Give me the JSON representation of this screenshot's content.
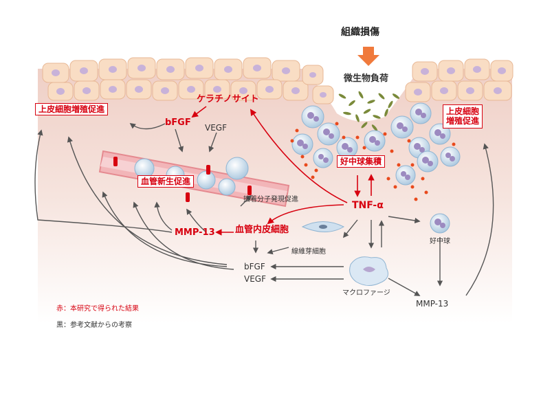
{
  "title": "組織損傷",
  "labels": {
    "microbial_load": "微生物負荷",
    "keratinocyte": "ケラチノサイト",
    "epithelial_prolif_left": "上皮細胞増殖促進",
    "epithelial_prolif_right_line1": "上皮細胞",
    "epithelial_prolif_right_line2": "増殖促進",
    "bfgf_top": "bFGF",
    "vegf_top": "VEGF",
    "angiogenesis": "血管新生促進",
    "adhesion": "接着分子発現促進",
    "neutrophil_recruit": "好中球集積",
    "tnf": "TNF-α",
    "mmp13_left": "MMP-13",
    "endothelial": "血管内皮細胞",
    "fibroblast": "線維芽細胞",
    "neutrophil": "好中球",
    "bfgf_bottom": "bFGF",
    "vegf_bottom": "VEGF",
    "macrophage": "マクロファージ",
    "mmp13_right": "MMP-13"
  },
  "legend": {
    "red": "赤：本研究で得られた結果",
    "black": "黒：参考文献からの考察"
  },
  "colors": {
    "accent_red": "#d7000f",
    "text_dark": "#333333",
    "tissue": "#f3ddd6",
    "cell_fill": "#f9ddc4",
    "nucleus": "#c8b2d9",
    "neutrophil": "#cfe3f2",
    "bacteria": "#7a8a3a"
  }
}
